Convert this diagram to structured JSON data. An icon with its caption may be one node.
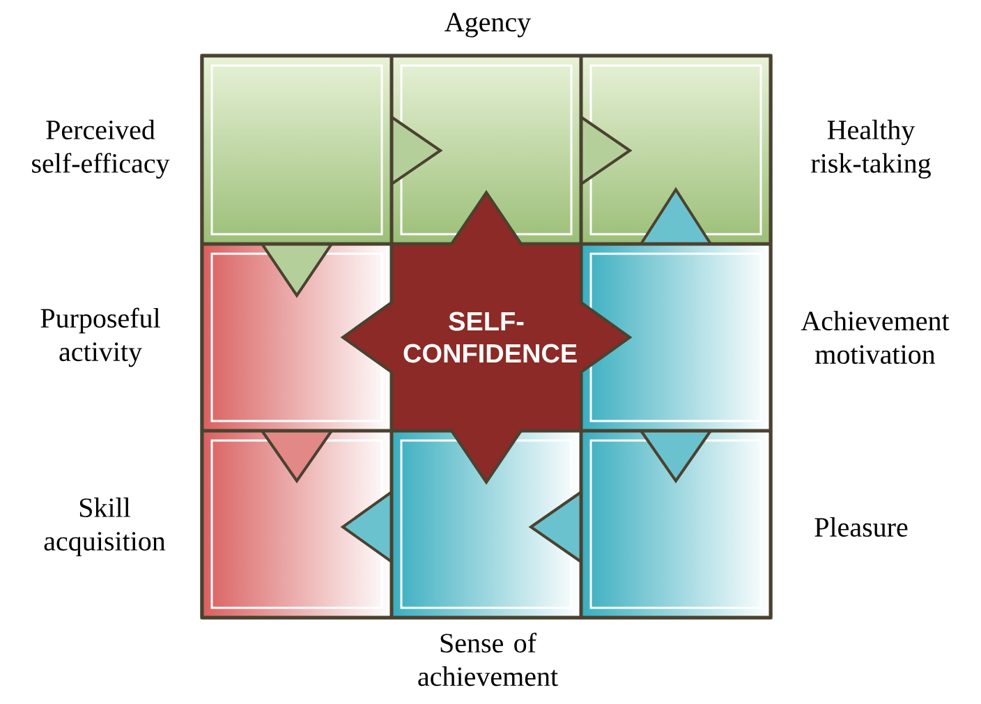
{
  "diagram": {
    "nodes": [
      {
        "text": [
          "SELF-CONFIDENCE"
        ]
      }
    ],
    "labels": [
      "Agency",
      "Perceived self-efficacy",
      "Healthy risk-taking",
      "Purposeful activity",
      "Achievement motivation",
      "Skill acquisition",
      "Pleasure",
      "Sense of achievement"
    ]
  }
}
